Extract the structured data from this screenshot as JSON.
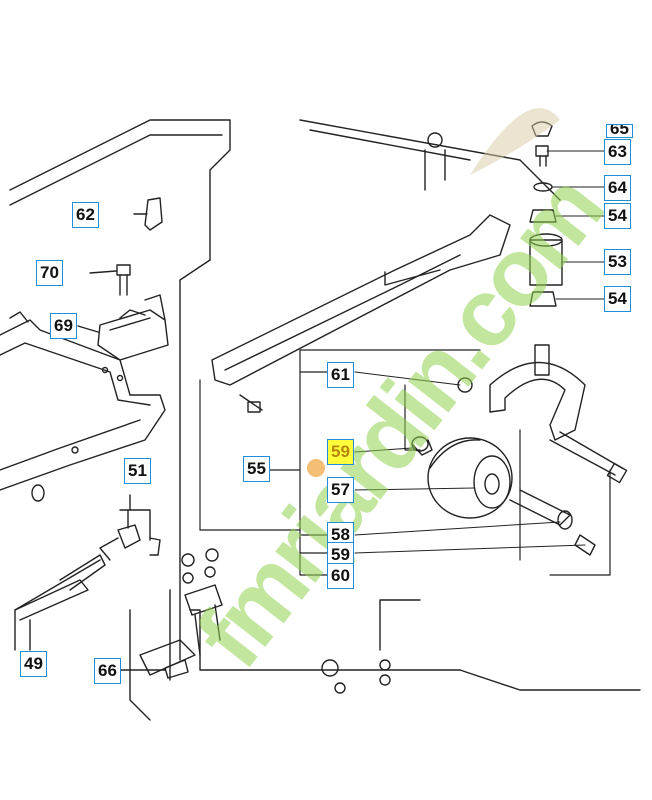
{
  "callouts": {
    "c61": "61",
    "c55": "55",
    "c59_top": "59",
    "c57": "57",
    "c58": "58",
    "c59_bottom": "59",
    "c60": "60",
    "c62": "62",
    "c70": "70",
    "c69": "69",
    "c51": "51",
    "c49": "49",
    "c66": "66",
    "c63": "63",
    "c64": "64",
    "c54_top": "54",
    "c53": "53",
    "c54_bottom": "54",
    "c65_clipped": "65"
  },
  "highlighted_callout": "59",
  "colors": {
    "callout_border": "#1e8fd6",
    "highlight": "#ffff3c",
    "watermark_green": "#8fd14f",
    "watermark_orange": "#f0a23a"
  },
  "watermark": "fmrjardin.com"
}
